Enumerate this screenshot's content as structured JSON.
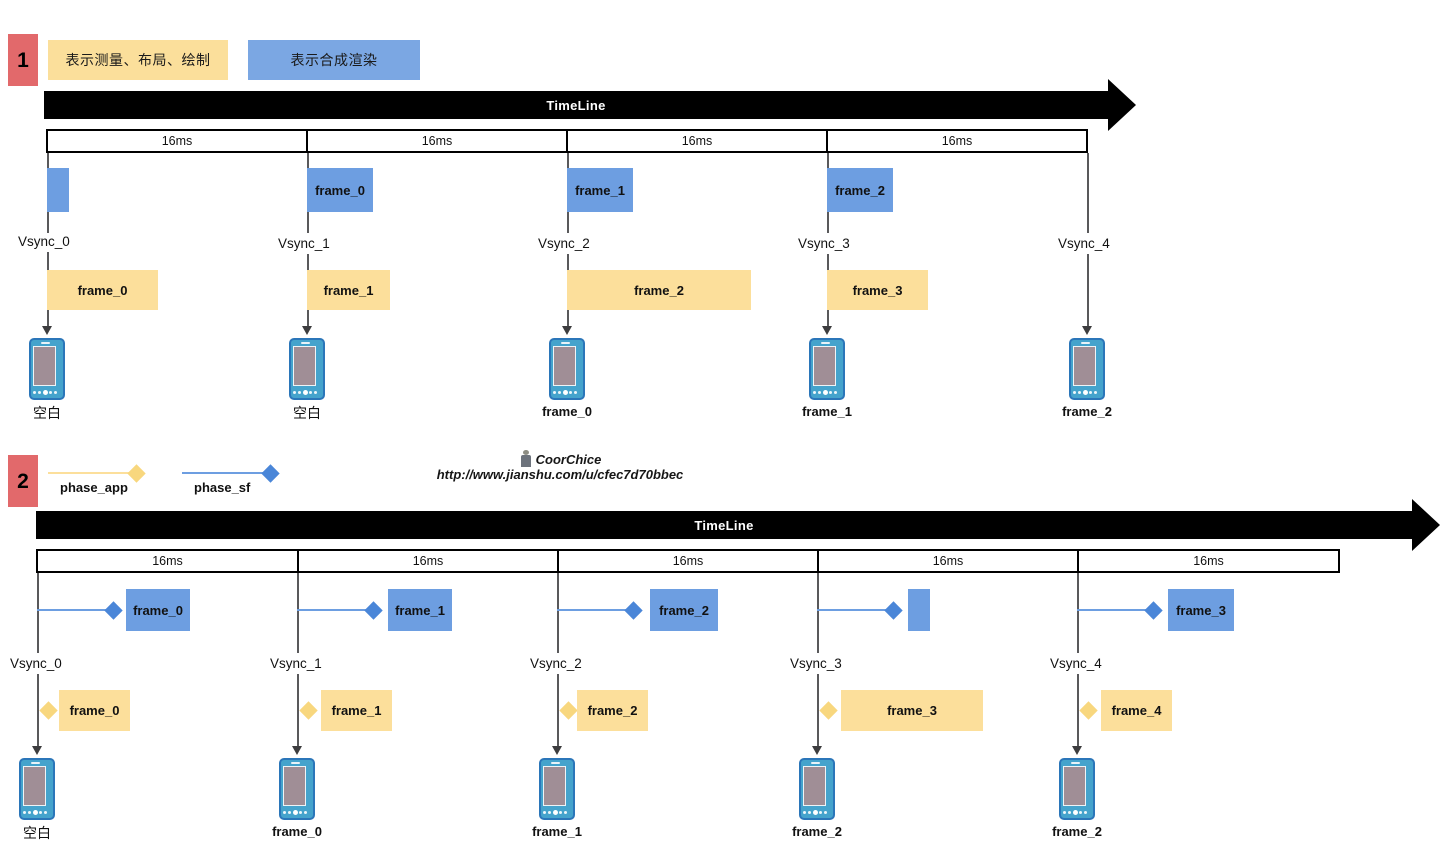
{
  "legend_top": {
    "badge": "1",
    "chips": [
      {
        "label": "表示测量、布局、绘制",
        "color": "#fbdf9b",
        "name": "legend-chip-measure-layout-draw"
      },
      {
        "label": "表示合成渲染",
        "color": "#7ba7e3",
        "name": "legend-chip-composite-render"
      }
    ]
  },
  "legend_bottom": {
    "badge": "2",
    "items": [
      {
        "label": "phase_app",
        "color": "#fcdf9b"
      },
      {
        "label": "phase_sf",
        "color": "#6d9ee1"
      }
    ]
  },
  "watermark": {
    "name": "CoorChice",
    "url": "http://www.jianshu.com/u/cfec7d70bbec"
  },
  "timeline_label": "TimeLine",
  "ms_label": "16ms",
  "section1": {
    "badge": "1",
    "timeline_label": "TimeLine",
    "cells": [
      "16ms",
      "16ms",
      "16ms",
      "16ms"
    ],
    "vsyncs": [
      "Vsync_0",
      "Vsync_1",
      "Vsync_2",
      "Vsync_3",
      "Vsync_4"
    ],
    "sf_blocks": [
      {
        "label": "",
        "vsync": "Vsync_0"
      },
      {
        "label": "frame_0",
        "vsync": "Vsync_1"
      },
      {
        "label": "frame_1",
        "vsync": "Vsync_2"
      },
      {
        "label": "frame_2",
        "vsync": "Vsync_3"
      }
    ],
    "app_blocks": [
      {
        "label": "frame_0",
        "vsync": "Vsync_0"
      },
      {
        "label": "frame_1",
        "vsync": "Vsync_1"
      },
      {
        "label": "frame_2",
        "vsync": "Vsync_2"
      },
      {
        "label": "frame_3",
        "vsync": "Vsync_3"
      }
    ],
    "screens": [
      "空白",
      "空白",
      "frame_0",
      "frame_1",
      "frame_2"
    ]
  },
  "section2": {
    "badge": "2",
    "timeline_label": "TimeLine",
    "cells": [
      "16ms",
      "16ms",
      "16ms",
      "16ms",
      "16ms"
    ],
    "vsyncs": [
      "Vsync_0",
      "Vsync_1",
      "Vsync_2",
      "Vsync_3",
      "Vsync_4"
    ],
    "sf_blocks": [
      {
        "label": "frame_0"
      },
      {
        "label": "frame_1"
      },
      {
        "label": "frame_2"
      },
      {
        "label": ""
      },
      {
        "label": "frame_3"
      }
    ],
    "app_blocks": [
      {
        "label": "frame_0"
      },
      {
        "label": "frame_1"
      },
      {
        "label": "frame_2"
      },
      {
        "label": "frame_3"
      },
      {
        "label": "frame_4"
      }
    ],
    "screens": [
      "空白",
      "frame_0",
      "frame_1",
      "frame_2",
      "frame_2"
    ]
  },
  "colors": {
    "badge_red": "#e2696b",
    "app_yellow": "#fcdf9b",
    "sf_blue": "#6d9ee1",
    "diamond_blue": "#4a86d8",
    "diamond_yellow": "#f8d77e",
    "timeline_black": "#000000",
    "phone_border": "#2b76b9",
    "phone_screen": "#a08e96"
  }
}
